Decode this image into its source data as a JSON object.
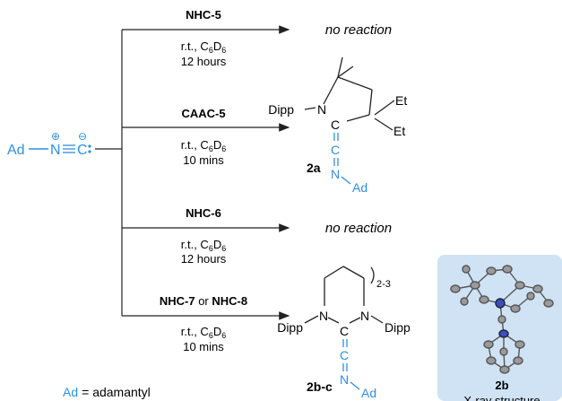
{
  "reactant": {
    "ad": "Ad",
    "charge_plus": "⊕",
    "charge_minus": "⊖",
    "n": "N",
    "c": "C"
  },
  "legend": {
    "abbr": "Ad",
    "definition": "= adamantyl"
  },
  "colors": {
    "accent_blue": "#2f8fe0",
    "panel_bg": "#cfe3f5",
    "text": "#222222"
  },
  "rows": [
    {
      "reagent": "NHC-5",
      "cond_line1": "r.t., C",
      "cond_sub": "6",
      "cond_d": "D",
      "cond_sub2": "6",
      "time": "12 hours",
      "outcome": "no reaction"
    },
    {
      "reagent": "CAAC-5",
      "cond_line1": "r.t., C",
      "cond_sub": "6",
      "cond_d": "D",
      "cond_sub2": "6",
      "time": "10 mins",
      "product_label": "2a",
      "labels": {
        "dipp": "Dipp",
        "n": "N",
        "c": "C",
        "et1": "Et",
        "et2": "Et",
        "c2": "C",
        "n2": "N",
        "ad": "Ad"
      }
    },
    {
      "reagent": "NHC-6",
      "cond_line1": "r.t., C",
      "cond_sub": "6",
      "cond_d": "D",
      "cond_sub2": "6",
      "time": "12 hours",
      "outcome": "no reaction"
    },
    {
      "reagent_a": "NHC-7",
      "reagent_or": " or ",
      "reagent_b": "NHC-8",
      "cond_line1": "r.t., C",
      "cond_sub": "6",
      "cond_d": "D",
      "cond_sub2": "6",
      "time": "10 mins",
      "product_label": "2b-c",
      "labels": {
        "dipp1": "Dipp",
        "n1": "N",
        "c": "C",
        "n2": "N",
        "dipp2": "Dipp",
        "ring_sub": "2-3",
        "c2": "C",
        "n3": "N",
        "ad": "Ad"
      }
    }
  ],
  "crystal": {
    "label": "2b",
    "caption": "X-ray structure"
  }
}
